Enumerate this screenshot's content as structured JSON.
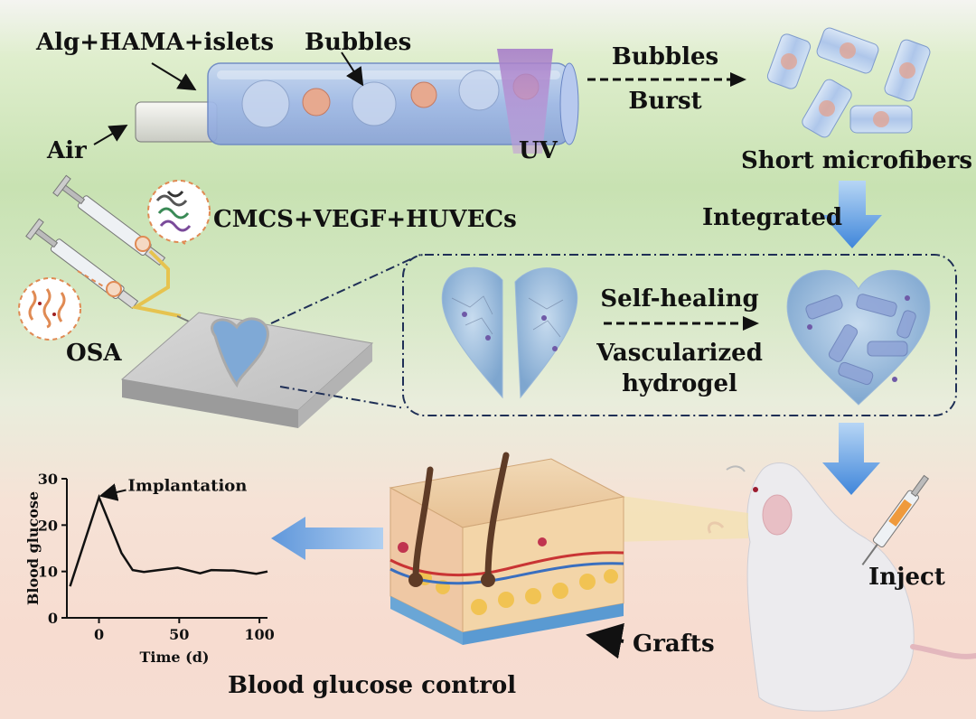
{
  "labels": {
    "alg_hama": "Alg+HAMA+islets",
    "bubbles_top": "Bubbles",
    "air": "Air",
    "uv": "UV",
    "bubbles_burst_1": "Bubbles",
    "bubbles_burst_2": "Burst",
    "short_microfibers": "Short microfibers",
    "integrated": "Integrated",
    "cmcs": "CMCS+VEGF+HUVECs",
    "osa": "OSA",
    "self_healing": "Self-healing",
    "vascularized_1": "Vascularized",
    "vascularized_2": "hydrogel",
    "inject": "Inject",
    "grafts": "Grafts",
    "blood_glucose_control": "Blood glucose control"
  },
  "colors": {
    "hydrogel": "#a9c7e2",
    "arrow_blue": "#4f8fdc",
    "fiber": "#9fb6e0",
    "skin": "#e9c59a"
  },
  "chart_data": {
    "type": "line",
    "title": "",
    "xlabel": "Time (d)",
    "ylabel": "Blood glucose",
    "xlim": [
      -20,
      105
    ],
    "ylim": [
      0,
      30
    ],
    "xticks": [
      0,
      50,
      100
    ],
    "yticks": [
      0,
      10,
      20,
      30
    ],
    "annotation": {
      "text": "Implantation",
      "x": 0,
      "y": 26
    },
    "series": [
      {
        "name": "",
        "x": [
          -18,
          0,
          14,
          21,
          28,
          35,
          49,
          63,
          70,
          84,
          98,
          105
        ],
        "y": [
          6.8,
          26,
          14,
          10.3,
          9.9,
          10.2,
          10.8,
          9.6,
          10.3,
          10.2,
          9.5,
          10
        ]
      }
    ]
  }
}
